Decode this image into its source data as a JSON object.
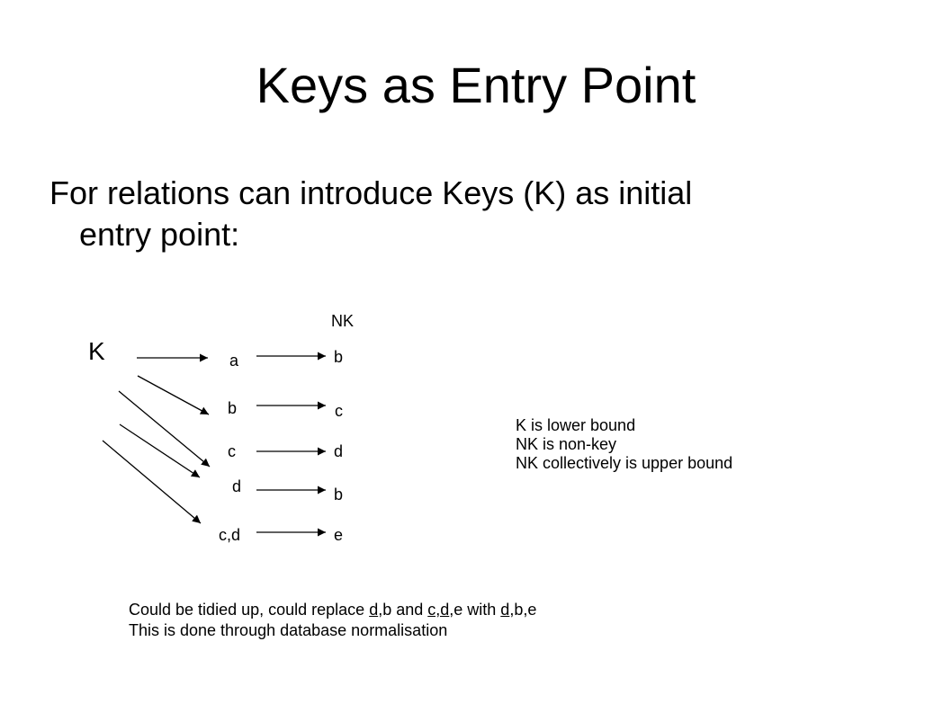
{
  "slide": {
    "title": "Keys as Entry Point",
    "bullet_line1": "For relations can introduce Keys (K) as initial",
    "bullet_line2": "entry point:"
  },
  "diagram": {
    "key_label": "K",
    "nonkey_header": "NK",
    "key_side": [
      "a",
      "b",
      "c",
      "d",
      "c,d"
    ],
    "nonkey_side": [
      "b",
      "c",
      "d",
      "b",
      "e"
    ]
  },
  "notes": [
    "K is lower bound",
    "NK is non-key",
    "NK collectively is upper bound"
  ],
  "footer": {
    "line1_parts": [
      {
        "text": "Could be tidied up, could replace ",
        "underline": false
      },
      {
        "text": "d",
        "underline": true
      },
      {
        "text": ",b and ",
        "underline": false
      },
      {
        "text": "c,d",
        "underline": true
      },
      {
        "text": ",e with ",
        "underline": false
      },
      {
        "text": "d",
        "underline": true
      },
      {
        "text": ",b,e",
        "underline": false
      }
    ],
    "line2": "This is done through database normalisation"
  }
}
